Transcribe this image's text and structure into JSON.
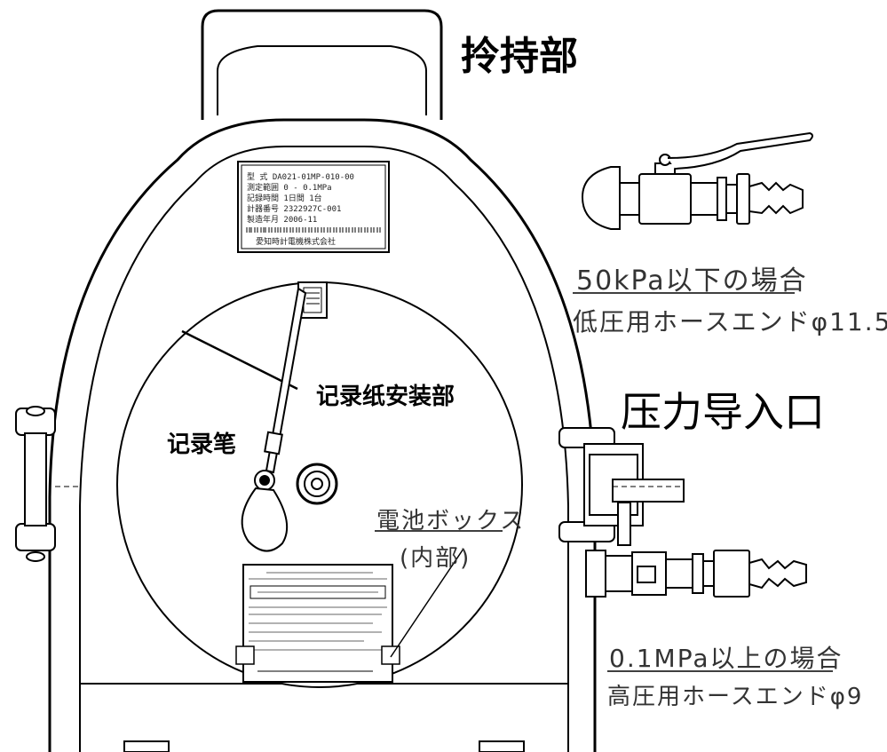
{
  "labels": {
    "handle": "拎持部",
    "pressure_inlet": "压力导入口",
    "chart_mount": "记录纸安装部",
    "pen": "记录笔",
    "battery_box": "電池ボックス",
    "battery_box_sub": "(内部)",
    "low_pressure_case": "50kPa以下の場合",
    "low_pressure_hose": "低圧用ホースエンドφ11.5",
    "high_pressure_case": "0.1MPa以上の場合",
    "high_pressure_hose": "高圧用ホースエンドφ9"
  },
  "nameplate": {
    "line1": "型 式  DA021-01MP-010-00",
    "line2": "測定範囲 0 -   0.1MPa",
    "line3": "記録時間 1日間 1台",
    "line4": "計器番号  2322927C-001",
    "line5": "製造年月  2006-11",
    "maker": "愛知時計電機株式会社"
  },
  "colors": {
    "line": "#000000",
    "fill": "#ffffff",
    "dim": "#444444"
  }
}
